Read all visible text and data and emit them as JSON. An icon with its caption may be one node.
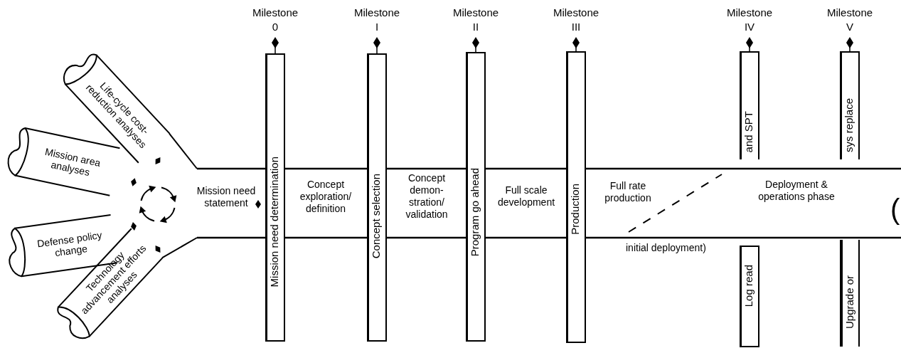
{
  "diagram": {
    "nodes": [
      {
        "text": [
          "Life-cycle cost-reduction analyses"
        ]
      },
      {
        "text": [
          "Mission area analyses"
        ]
      },
      {
        "text": [
          "Defense policy change"
        ]
      },
      {
        "text": [
          "Technology advancement efforts analyses"
        ]
      },
      {
        "text": [
          "Mission need statement"
        ]
      },
      {
        "text": [
          "Mission need determination"
        ],
        "beside": [
          "Milestone 0"
        ]
      },
      {
        "text": [
          "Concept exploration/ definition"
        ]
      },
      {
        "text": [
          "Concept selection"
        ],
        "beside": [
          "Milestone I"
        ]
      },
      {
        "text": [
          "Concept demon- stration/ validation"
        ]
      },
      {
        "text": [
          "Program go ahead"
        ],
        "beside": [
          "Milestone II"
        ]
      },
      {
        "text": [
          "Full scale development"
        ]
      },
      {
        "text": [
          "Production"
        ],
        "beside": [
          "Milestone III"
        ]
      },
      {
        "text": [
          "Full rate production"
        ]
      },
      {
        "text": [
          "Deployment & operations phase"
        ]
      },
      {
        "text": [
          "and SPT",
          "Log read"
        ],
        "beside": [
          "Milestone IV"
        ]
      },
      {
        "text": [
          "sys replace",
          "Upgrade or"
        ],
        "beside": [
          "Milestone V"
        ]
      }
    ],
    "labels": [
      "initial deployment)",
      "("
    ]
  }
}
